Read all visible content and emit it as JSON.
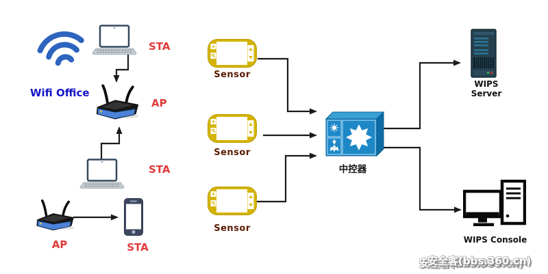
{
  "left_group": {
    "wifi_office_label": "Wifi Office",
    "sta_top_label": "STA",
    "ap_top_label": "AP",
    "sta_middle_label": "STA",
    "ap_bottom_label": "AP",
    "sta_phone_label": "STA"
  },
  "sensors": [
    {
      "label": "Sensor"
    },
    {
      "label": "Sensor"
    },
    {
      "label": "Sensor"
    }
  ],
  "controller": {
    "label": "中控器"
  },
  "wips_server": {
    "label": "WIPS Server"
  },
  "wips_console": {
    "label": "WIPS Console"
  },
  "watermark": {
    "text_front": "安全客(bbs.360.cn)",
    "text_back": "安全客(bbs.360.cn)"
  },
  "colors": {
    "label_red": "#e03a3a",
    "wifi_office_blue": "#1414c8",
    "wifi_icon_blue": "#2d64be",
    "sensor_yellow": "#d4b304",
    "sensor_label_brown": "#5a1b00",
    "controller_blue": "#1e88c7",
    "server_body_slate": "#24404e",
    "server_bar_teal": "#2d7396",
    "line_black": "#1a1a1a"
  }
}
